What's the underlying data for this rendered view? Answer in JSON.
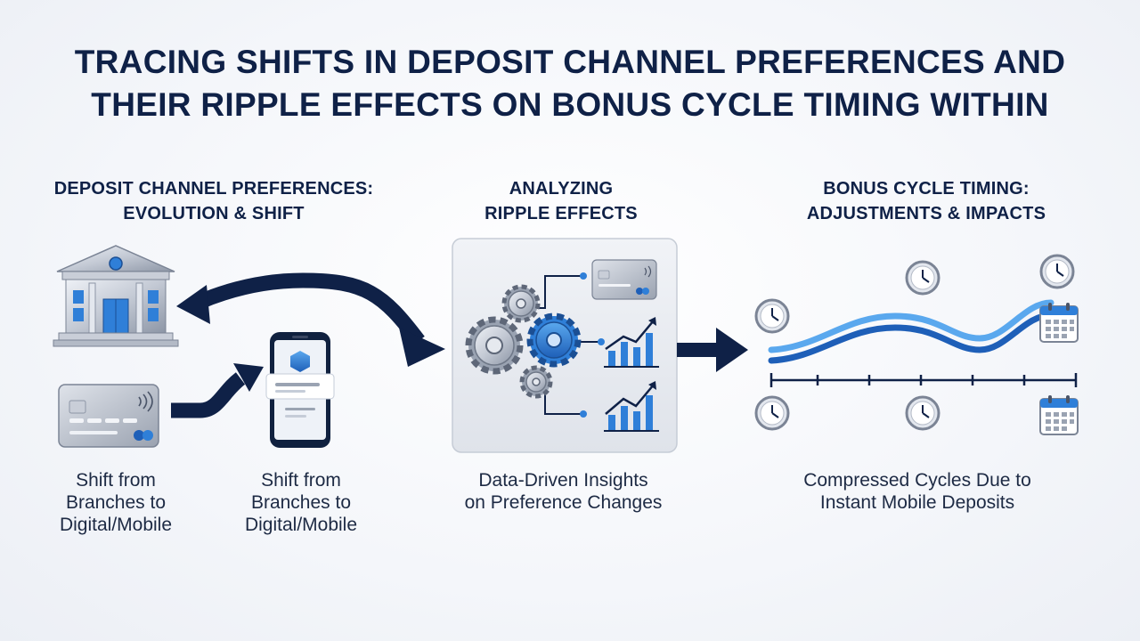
{
  "title_line1": "TRACING SHIFTS IN DEPOSIT CHANNEL PREFERENCES AND",
  "title_line2": "THEIR RIPPLE EFFECTS ON BONUS CYCLE TIMING WITHIN",
  "sections": {
    "deposit": {
      "heading_line1": "DEPOSIT CHANNEL PREFERENCES:",
      "heading_line2": "EVOLUTION & SHIFT",
      "caption_left": [
        "Shift from",
        "Branches to",
        "Digital/Mobile"
      ],
      "caption_right": [
        "Shift from",
        "Branches to",
        "Digital/Mobile"
      ]
    },
    "ripple": {
      "heading_line1": "ANALYZING",
      "heading_line2": "RIPPLE EFFECTS",
      "caption": [
        "Data-Driven Insights",
        "on Preference Changes"
      ]
    },
    "bonus": {
      "heading_line1": "BONUS CYCLE TIMING:",
      "heading_line2": "ADJUSTMENTS & IMPACTS",
      "caption": [
        "Compressed Cycles Due to",
        "Instant Mobile Deposits"
      ]
    }
  },
  "icons": [
    "bank-icon",
    "credit-card-icon",
    "smartphone-icon",
    "gears-icon",
    "bar-chart-icon",
    "clock-icon",
    "calendar-icon"
  ],
  "colors": {
    "navy": "#0f2147",
    "blue": "#2f7fd8",
    "light_blue": "#5aa8ee",
    "gray": "#9aa3b2"
  }
}
